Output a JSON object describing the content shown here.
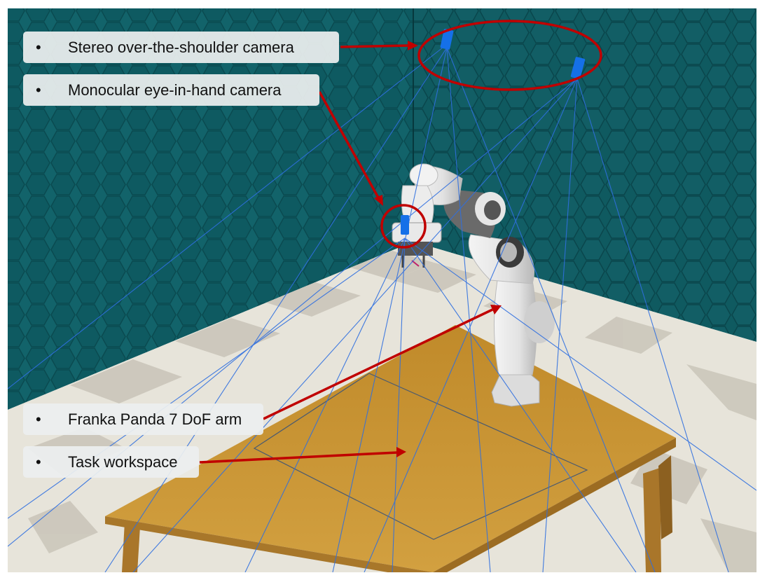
{
  "callouts": [
    {
      "bullet": "•",
      "text": "Stereo over-the-shoulder camera"
    },
    {
      "bullet": "•",
      "text": "Monocular eye-in-hand camera"
    },
    {
      "bullet": "•",
      "text": "Franka Panda 7 DoF arm"
    },
    {
      "bullet": "•",
      "text": "Task workspace"
    }
  ],
  "colors": {
    "wall": "#0f5d63",
    "floor_light": "#e9e6dc",
    "floor_dark": "#cfcabe",
    "table": "#c7922f",
    "arrow": "#c00000",
    "camera": "#1570e8",
    "frustum": "#2f6fe0"
  },
  "icons": [
    "stereo-camera-icon",
    "eye-in-hand-camera-icon",
    "robot-arm-icon"
  ]
}
